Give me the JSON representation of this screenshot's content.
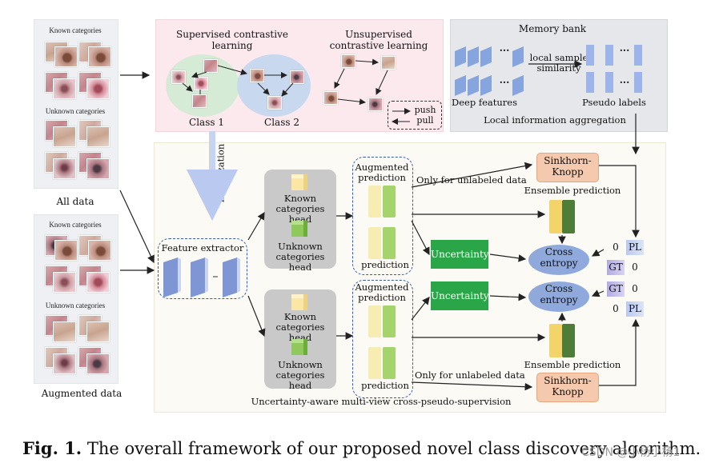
{
  "left_panel_top": {
    "known_label": "Known categories",
    "unknown_label": "Unknown categories",
    "caption": "All data"
  },
  "left_panel_bottom": {
    "known_label": "Known categories",
    "unknown_label": "Unknown categories",
    "caption": "Augmented data"
  },
  "contrastive": {
    "supervised_title": "Supervised contrastive learning",
    "unsupervised_title": "Unsupervised contrastive learning",
    "class1": "Class 1",
    "class2": "Class 2",
    "push": "push",
    "pull": "pull"
  },
  "memory": {
    "title": "Memory bank",
    "deep_features": "Deep features",
    "pseudo_labels": "Pseudo labels",
    "similarity": "local sample similarity",
    "aggregation": "Local information aggregation",
    "ellipsis": "..."
  },
  "main": {
    "initialization": "Initialization",
    "feature_extractor": "Feature extractor",
    "known_head": "Known categories head",
    "unknown_head": "Unknown categories head",
    "augmented_prediction": "Augmented prediction",
    "prediction": "prediction",
    "only_unlabeled": "Only for unlabeled data",
    "sinkhorn": "Sinkhorn-Knopp",
    "ensemble": "Ensemble prediction",
    "uncertainty": "Uncertainty",
    "cross_entropy": "Cross entropy",
    "pl": "PL",
    "gt": "GT",
    "zero": "0",
    "footer": "Uncertainty-aware multi-view cross-pseudo-supervision"
  },
  "caption": {
    "fig": "Fig. 1.",
    "text": "The overall framework of our proposed novel class discovery algorithm."
  },
  "watermark": "CSDN @小杨小杨1",
  "colors": {
    "pink_panel": "#fbe9ee",
    "grey_panel": "#e6e7ea",
    "main_panel": "#fbfaf4",
    "dashed_blue": "#3b5aa5",
    "uncertainty_green": "#2aa648",
    "ellipse_blue": "#8fa9dc",
    "sinkhorn_orange": "#f4c9ad"
  }
}
